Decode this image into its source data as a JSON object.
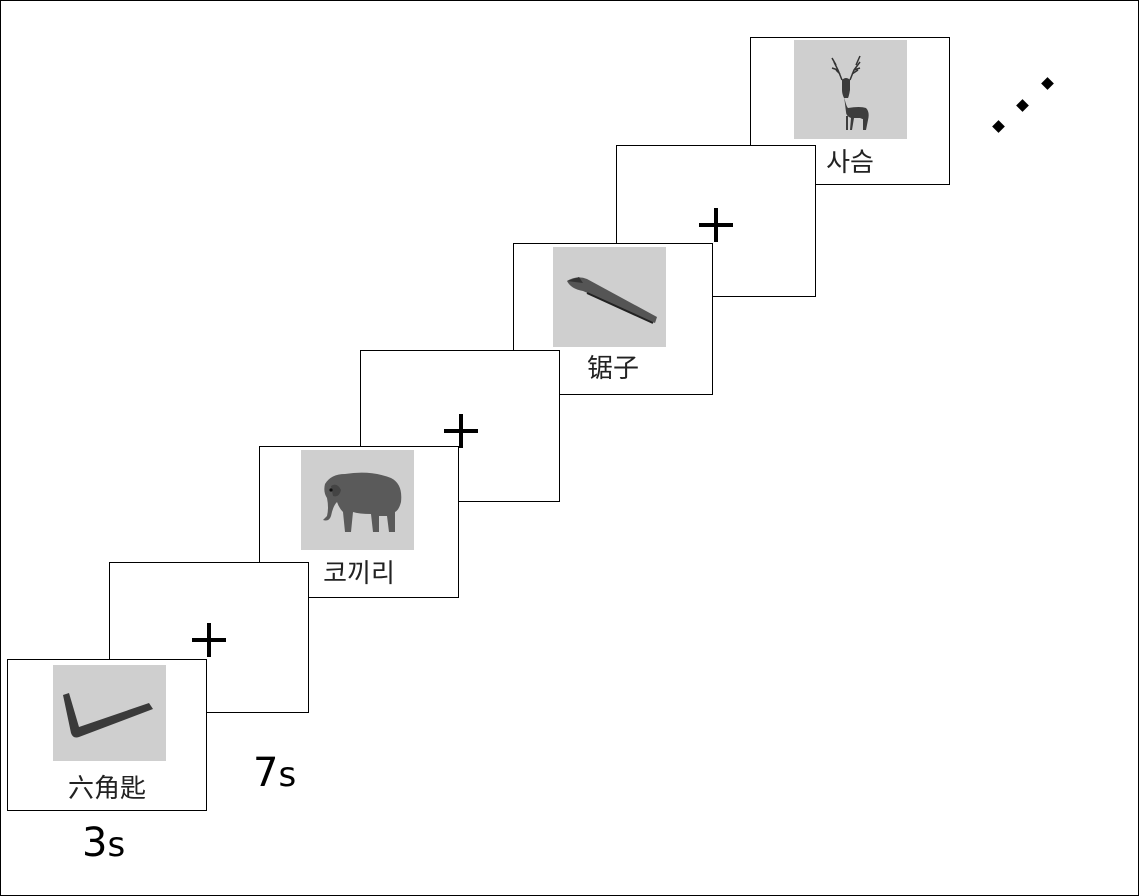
{
  "trials": {
    "hex_key": {
      "word": "六角匙",
      "picture": "hex-key-icon"
    },
    "elephant": {
      "word": "코끼리",
      "picture": "elephant-icon"
    },
    "saw": {
      "word": "锯子",
      "picture": "saw-icon"
    },
    "deer": {
      "word": "사슴",
      "picture": "deer-icon"
    }
  },
  "fixation": {
    "symbol": "+"
  },
  "timing": {
    "stimulus": {
      "value": "3",
      "unit": "s"
    },
    "fixation": {
      "value": "7",
      "unit": "s"
    }
  },
  "continuation": {
    "symbol": "ellipsis"
  },
  "colors": {
    "picture_bg": "#cfcfcf",
    "line": "#000000",
    "background": "#ffffff"
  }
}
